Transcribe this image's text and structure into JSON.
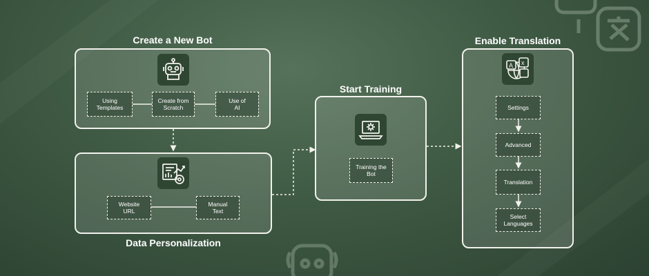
{
  "sections": {
    "create_bot": {
      "title": "Create a New Bot",
      "items": [
        "Using\nTemplates",
        "Create from\nScratch",
        "Use of\nAI"
      ]
    },
    "data_personalization": {
      "title": "Data Personalization",
      "items": [
        "Website\nURL",
        "Manual\nText"
      ]
    },
    "start_training": {
      "title": "Start Training",
      "items": [
        "Training the\nBot"
      ]
    },
    "enable_translation": {
      "title": "Enable Translation",
      "items": [
        "Settings",
        "Advanced",
        "Translation",
        "Select\nLanguages"
      ]
    }
  },
  "icons": {
    "create_bot": "robot-icon",
    "data_personalization": "analytics-icon",
    "start_training": "laptop-gear-icon",
    "enable_translation": "translate-globe-icon",
    "decor_top_right": "translate-icon",
    "decor_bottom": "robot-outline-icon"
  },
  "colors": {
    "background": "#3f5a44",
    "panel_border": "#f2f2ec",
    "icon_tile": "#2f4633",
    "text": "#ffffff"
  }
}
